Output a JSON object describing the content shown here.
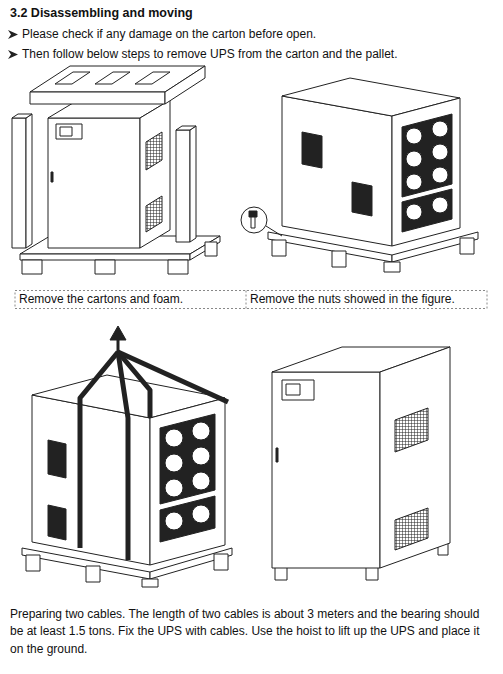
{
  "diagram": {
    "title": "3.2 Disassembling and moving",
    "labels": [
      "Please check if any damage on the carton before open.",
      "Then follow below steps to remove UPS from the carton and the pallet.",
      "Remove the cartons and foam.",
      "Remove the nuts showed in the figure.",
      "Preparing two cables. The length of two cables is about 3 meters and the bearing should be at least 1.5 tons. Fix the UPS with cables. Use the hoist to lift up the UPS and place it on the ground."
    ]
  }
}
